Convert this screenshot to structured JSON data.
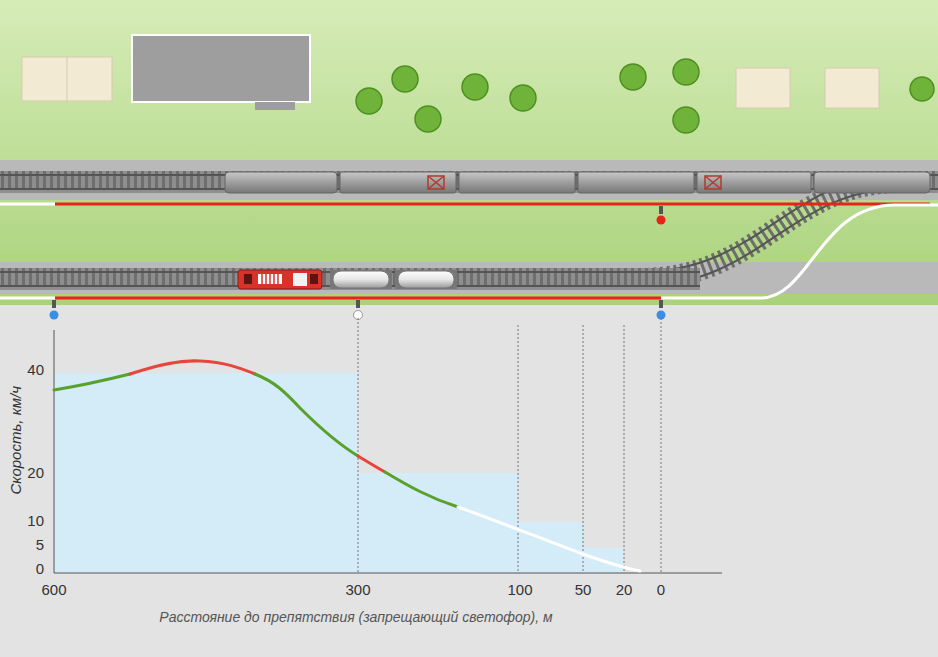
{
  "diagram": {
    "labels": [
      "Скорость, км/ч",
      "40",
      "20",
      "10",
      "5",
      "0",
      "600",
      "300",
      "100",
      "50",
      "20",
      "0",
      "Расстояние до препятствия (запрещающий светофор), м"
    ]
  }
}
